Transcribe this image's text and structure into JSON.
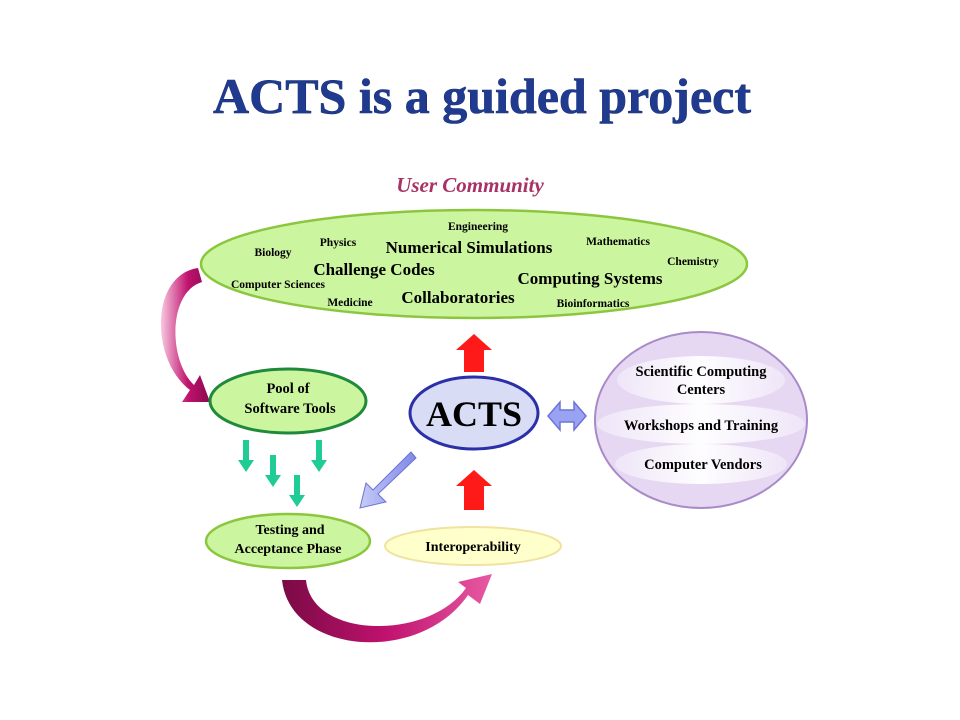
{
  "title": "ACTS is a guided project",
  "user_community": {
    "heading": "User Community",
    "small_labels": {
      "engineering": "Engineering",
      "physics": "Physics",
      "biology": "Biology",
      "mathematics": "Mathematics",
      "chemistry": "Chemistry",
      "computer_sciences": "Computer Sciences",
      "medicine": "Medicine",
      "bioinformatics": "Bioinformatics"
    },
    "large_labels": {
      "numerical_simulations": "Numerical Simulations",
      "challenge_codes": "Challenge Codes",
      "computing_systems": "Computing Systems",
      "collaboratories": "Collaboratories"
    }
  },
  "pool": {
    "line1": "Pool of",
    "line2": "Software Tools"
  },
  "acts": {
    "label": "ACTS"
  },
  "testing": {
    "line1": "Testing and",
    "line2": "Acceptance Phase"
  },
  "interoperability": {
    "label": "Interoperability"
  },
  "partners": {
    "centers_line1": "Scientific Computing",
    "centers_line2": "Centers",
    "workshops": "Workshops and Training",
    "vendors": "Computer Vendors"
  },
  "colors": {
    "title": "#1f3a8f",
    "heading": "#a83266",
    "green_fill": "#ccf5a0",
    "green_stroke": "#8cc63f",
    "dark_green_stroke": "#1e8a3a",
    "acts_fill": "#d8dcf5",
    "acts_stroke": "#2b2fa8",
    "lavender": "#e6d8f2",
    "lavender_stroke": "#a98ac8",
    "red_arrow": "#ff1a1a",
    "teal_arrow": "#1fcc96",
    "magenta": "#c0126e",
    "blue_arrow": "#8f98f0"
  }
}
